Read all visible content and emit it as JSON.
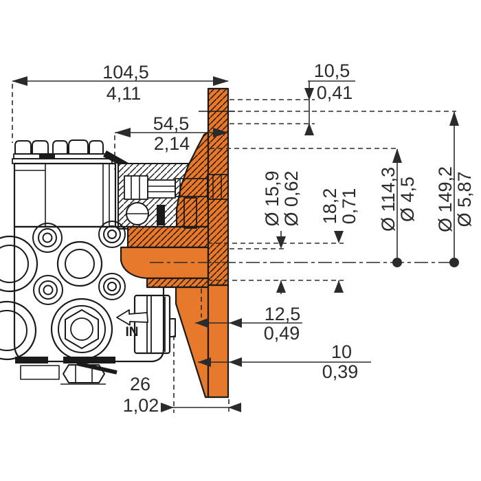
{
  "dims": {
    "overall": {
      "mm": "104,5",
      "in": "4,11"
    },
    "flange_face": {
      "mm": "54,5",
      "in": "2,14"
    },
    "hub_step": {
      "mm": "10,5",
      "in": "0,41"
    },
    "shaft_dia": {
      "mm": "Ø 15,9",
      "in": "Ø 0,62"
    },
    "pilot_len": {
      "mm": "18,2",
      "in": "0,71"
    },
    "bolt_circle_dia": {
      "mm": "Ø 114,3",
      "in": "Ø 4,5"
    },
    "flange_dia": {
      "mm": "Ø 149,2",
      "in": "Ø 5,87"
    },
    "recess_depth": {
      "mm": "12,5",
      "in": "0,49"
    },
    "plate_thickness": {
      "mm": "10",
      "in": "0,39"
    },
    "mount_depth": {
      "mm": "26",
      "in": "1,02"
    }
  },
  "labels": {
    "inlet": "IN"
  },
  "colors": {
    "flange_orange": "#E6792B",
    "outline": "#1a1a1a",
    "dim": "#2b2b2b",
    "background": "#ffffff"
  }
}
